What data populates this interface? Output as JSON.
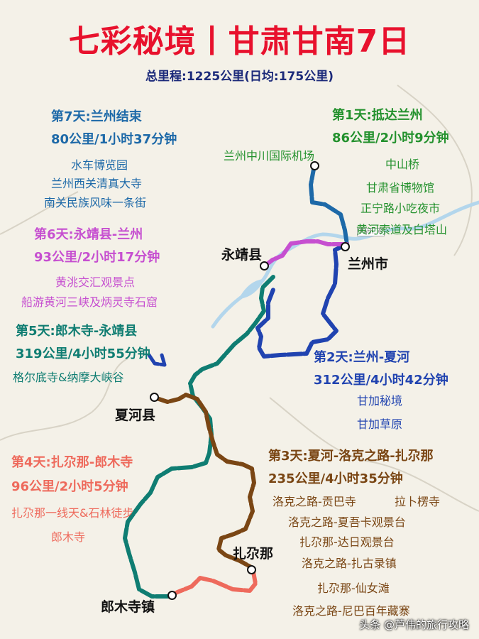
{
  "title": "七彩秘境丨甘肃甘南7日",
  "subtitle": "总里程:1225公里(日均:175公里)",
  "colors": {
    "title": "#e8112d",
    "subtitle": "#1c2a7a",
    "day1": "#23912d",
    "day2": "#2043b0",
    "day3": "#7a4614",
    "day4": "#ee6a5c",
    "day5": "#0f7d72",
    "day6": "#c64fd0",
    "day7": "#1d69a8"
  },
  "days": [
    {
      "heading": "第1天:抵达兰州",
      "distance": "86公里/2小时9分钟",
      "stops": [
        "兰州中川国际机场",
        "中山桥",
        "甘肃省博物馆",
        "正宁路小吃夜市",
        "黄河索道及白塔山"
      ]
    },
    {
      "heading": "第2天:兰州-夏河",
      "distance": "312公里/4小时42分钟",
      "stops": [
        "甘加秘境",
        "甘加草原"
      ]
    },
    {
      "heading": "第3天:夏河-洛克之路-扎尕那",
      "distance": "235公里/4小时35分钟",
      "stops": [
        "洛克之路-贡巴寺",
        "拉卜楞寺",
        "洛克之路-夏吾卡观景台",
        "扎尕那-达日观景台",
        "洛克之路-扎古录镇",
        "扎尕那-仙女滩",
        "洛克之路-尼巴百年藏寨"
      ]
    },
    {
      "heading": "第4天:扎尕那-郎木寺",
      "distance": "96公里/2小时5分钟",
      "stops": [
        "扎尕那一线天&石林徒步",
        "郎木寺"
      ]
    },
    {
      "heading": "第5天:郎木寺-永靖县",
      "distance": "319公里/4小时55分钟",
      "stops": [
        "格尔底寺&纳摩大峡谷"
      ]
    },
    {
      "heading": "第6天:永靖县-兰州",
      "distance": "93公里/2小时17分钟",
      "stops": [
        "黄洮交汇观景点",
        "船游黄河三峡及炳灵寺石窟"
      ]
    },
    {
      "heading": "第7天:兰州结束",
      "distance": "80公里/1小时37分钟",
      "stops": [
        "水车博览园",
        "兰州西关清真大寺",
        "南关民族风味一条街"
      ]
    }
  ],
  "cities": {
    "lanzhou": "兰州市",
    "yongjing": "永靖县",
    "xiahe": "夏河县",
    "zhagana": "扎尕那",
    "langmusi": "郎木寺镇"
  },
  "map_tag": "Path: 6",
  "watermark": "头条 @芦伟的旅行攻略"
}
